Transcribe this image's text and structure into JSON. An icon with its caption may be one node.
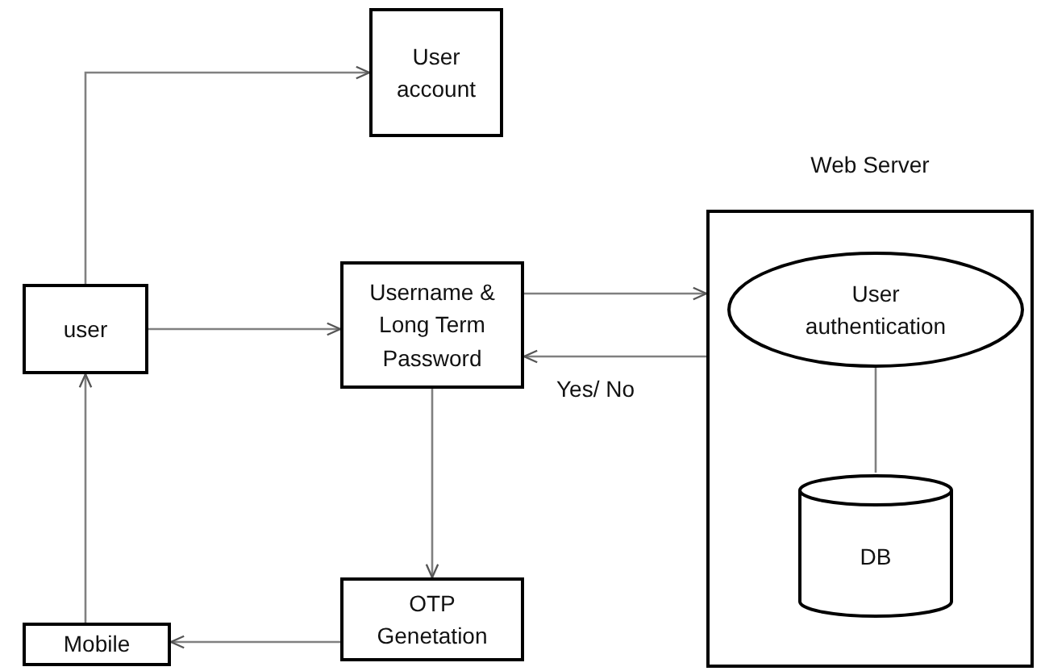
{
  "diagram": {
    "nodes": [
      {
        "text": [
          "User account"
        ]
      },
      {
        "text": [
          "user"
        ]
      },
      {
        "text": [
          "Username & Long Term Password"
        ]
      },
      {
        "text": [
          "Web Server"
        ]
      },
      {
        "text": [
          "User authentication"
        ],
        "in": 3
      },
      {
        "text": [
          "DB"
        ],
        "in": 3
      },
      {
        "text": [
          "Mobile"
        ]
      },
      {
        "text": [
          "OTP Genetation"
        ]
      }
    ],
    "edges": [
      {
        "from": 1,
        "to": 0,
        "arrow": "to"
      },
      {
        "from": 1,
        "to": 2,
        "arrow": "to"
      },
      {
        "from": 2,
        "to": 3,
        "arrow": "to"
      },
      {
        "from": 3,
        "to": 2,
        "arrow": "to",
        "label": "Yes/ No"
      },
      {
        "from": 4,
        "to": 5,
        "arrow": "none"
      },
      {
        "from": 2,
        "to": 7,
        "arrow": "to"
      },
      {
        "from": 7,
        "to": 6,
        "arrow": "to"
      },
      {
        "from": 6,
        "to": 1,
        "arrow": "to"
      }
    ]
  }
}
